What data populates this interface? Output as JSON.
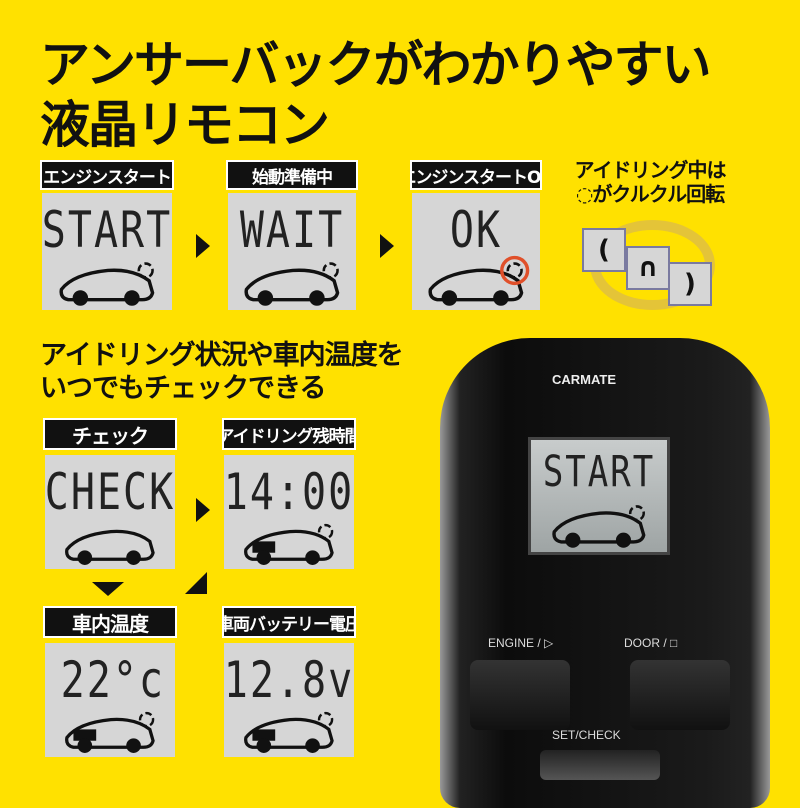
{
  "headline": {
    "line1": "アンサーバックがわかりやすい",
    "line2": "液晶リモコン"
  },
  "top_row": [
    {
      "label": "エンジンスタート",
      "display": "START"
    },
    {
      "label": "始動準備中",
      "display": "WAIT"
    },
    {
      "label": "エンジンスタートOK",
      "display": "OK"
    }
  ],
  "idle_note": {
    "line1": "アイドリング中は",
    "line2": "がクルクル回転"
  },
  "section2": {
    "line1": "アイドリング状況や車内温度を",
    "line2": "いつでもチェックできる"
  },
  "grid": [
    {
      "label": "チェック",
      "display": "CHECK"
    },
    {
      "label": "アイドリング残時間",
      "display": "14:00"
    },
    {
      "label": "車内温度",
      "display": "22°c"
    },
    {
      "label": "車両バッテリー電圧",
      "display": "12.8v"
    }
  ],
  "remote": {
    "brand": "CARMATE",
    "display": "START",
    "engine_button": "ENGINE / ▷",
    "door_button": "DOOR / □",
    "set_button": "SET/CHECK"
  },
  "colors": {
    "background": "#FFE100",
    "highlight_ring": "#E0502A"
  }
}
